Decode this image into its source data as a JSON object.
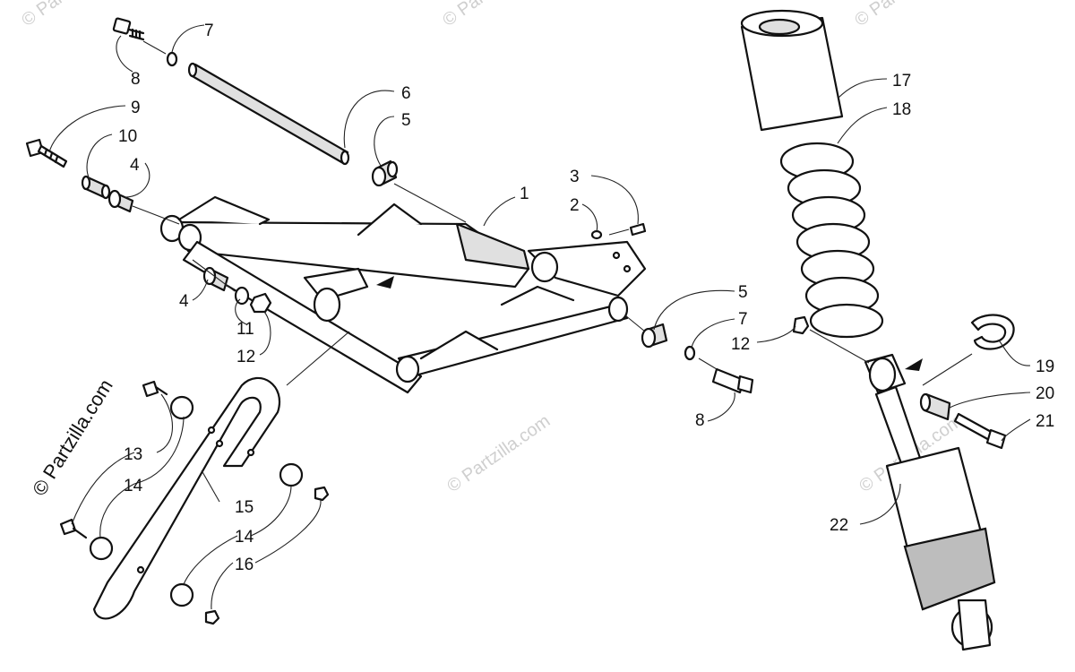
{
  "watermark": {
    "short_text": "© Partzilla.com",
    "main_text": "© Partzilla.com"
  },
  "callouts": {
    "c1": "1",
    "c2": "2",
    "c3": "3",
    "c4a": "4",
    "c4b": "4",
    "c5a": "5",
    "c5b": "5",
    "c6": "6",
    "c7a": "7",
    "c7b": "7",
    "c8a": "8",
    "c8b": "8",
    "c9": "9",
    "c10": "10",
    "c11": "11",
    "c12a": "12",
    "c12b": "12",
    "c13": "13",
    "c14a": "14",
    "c14b": "14",
    "c15": "15",
    "c16": "16",
    "c17": "17",
    "c18": "18",
    "c19": "19",
    "c20": "20",
    "c21": "21",
    "c22": "22"
  },
  "colors": {
    "line": "#111111",
    "watermark": "#cfcfcf",
    "background": "#ffffff"
  }
}
